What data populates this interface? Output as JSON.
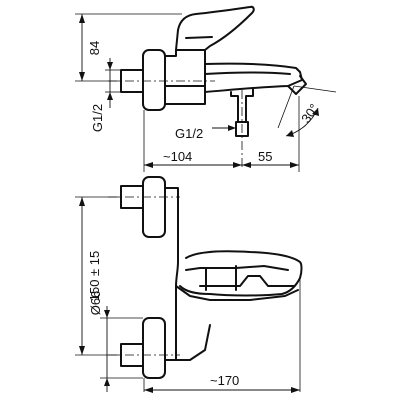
{
  "side_view": {
    "height_label": "84",
    "inlet_thread_label": "G1/2",
    "outlet_thread_label": "G1/2",
    "spout_angle_label": "30°",
    "depth_label": "~104",
    "spout_offset_label": "55"
  },
  "front_view": {
    "centre_distance_label": "150 ± 15",
    "escutcheon_diameter_label": "Ø66",
    "overall_width_label": "~170"
  }
}
